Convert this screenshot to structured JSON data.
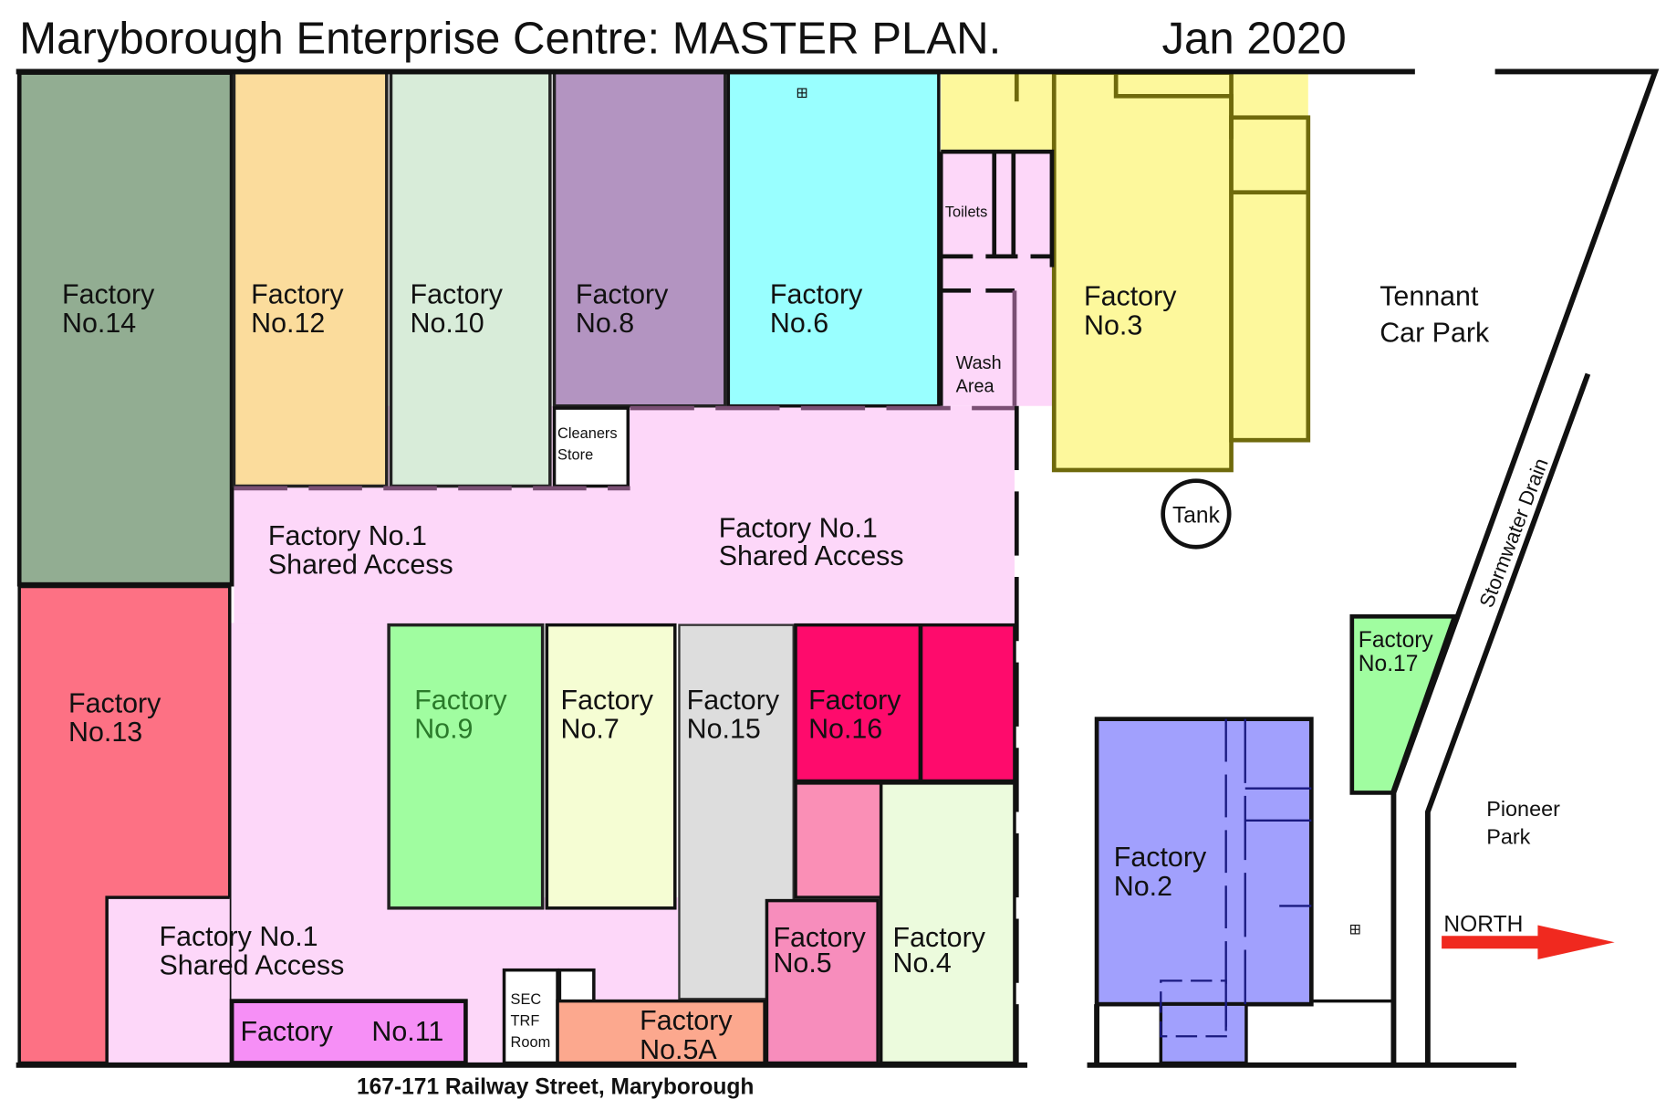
{
  "title": "Maryborough Enterprise Centre: MASTER PLAN.",
  "date": "Jan 2020",
  "address": "167-171 Railway Street, Maryborough",
  "units": [
    {
      "id": "f14",
      "line1": "Factory",
      "line2": "No.14",
      "color": "#92ad92"
    },
    {
      "id": "f12",
      "line1": "Factory",
      "line2": "No.12",
      "color": "#fbdc9c"
    },
    {
      "id": "f10",
      "line1": "Factory",
      "line2": "No.10",
      "color": "#d8ecd9"
    },
    {
      "id": "f8",
      "line1": "Factory",
      "line2": "No.8",
      "color": "#b394c1"
    },
    {
      "id": "f6",
      "line1": "Factory",
      "line2": "No.6",
      "color": "#99ffff"
    },
    {
      "id": "f3",
      "line1": "Factory",
      "line2": "No.3",
      "color": "#fdf89c"
    },
    {
      "id": "f13",
      "line1": "Factory",
      "line2": "No.13",
      "color": "#fd7184"
    },
    {
      "id": "f9",
      "line1": "Factory",
      "line2": "No.9",
      "color": "#a0fda0"
    },
    {
      "id": "f7",
      "line1": "Factory",
      "line2": "No.7",
      "color": "#f5fdd3"
    },
    {
      "id": "f15",
      "line1": "Factory",
      "line2": "No.15",
      "color": "#dddddd"
    },
    {
      "id": "f16",
      "line1": "Factory",
      "line2": "No.16",
      "color": "#fe0b6c"
    },
    {
      "id": "f5",
      "line1": "Factory",
      "line2": "No.5",
      "color": "#f78dbc"
    },
    {
      "id": "f4",
      "line1": "Factory",
      "line2": "No.4",
      "color": "#ecfbdd"
    },
    {
      "id": "f11",
      "line1": "Factory",
      "line2": "No.11",
      "color": "#f68ff6"
    },
    {
      "id": "f5a",
      "line1": "Factory",
      "line2": "No.5A",
      "color": "#fca88e"
    },
    {
      "id": "f17",
      "line1": "Factory",
      "line2": "No.17",
      "color": "#a0fda0"
    },
    {
      "id": "f2",
      "line1": "Factory",
      "line2": "No.2",
      "color": "#a1a0fd"
    }
  ],
  "shared_access": {
    "line1": "Factory No.1",
    "line2": "Shared Access",
    "color": "#fdd7f9"
  },
  "rooms": {
    "toilets": "Toilets",
    "wash": [
      "Wash",
      "Area"
    ],
    "cleaners": [
      "Cleaners",
      "Store"
    ],
    "sec": [
      "SEC",
      "TRF",
      "Room"
    ]
  },
  "tank": "Tank",
  "car_park": [
    "Tennant",
    "Car Park"
  ],
  "drain": "Stormwater Drain",
  "park": [
    "Pioneer",
    "Park"
  ],
  "north": "NORTH",
  "north_color": "#f0291f"
}
